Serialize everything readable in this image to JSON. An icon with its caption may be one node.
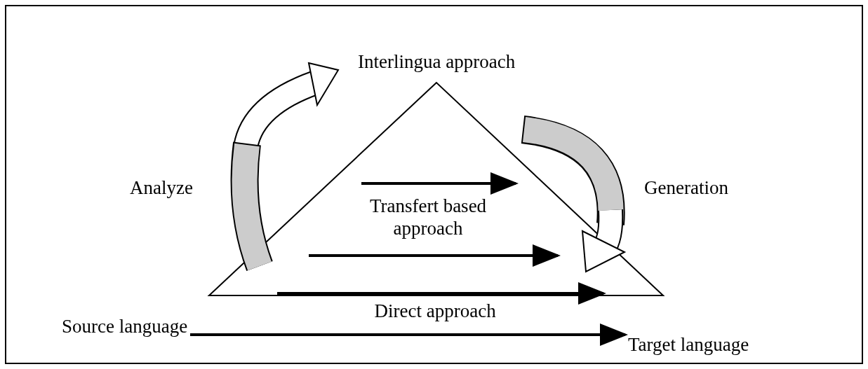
{
  "diagram": {
    "nodes": [
      {
        "text": [
          "Source language"
        ]
      },
      {
        "text": [
          "Target language"
        ]
      }
    ],
    "edges": [
      {
        "from": 0,
        "to": 1,
        "arrow": "to"
      }
    ],
    "labels": [
      "Interlingua approach",
      "Analyze",
      "Generation",
      "Transfert based approach",
      "Direct approach"
    ]
  }
}
